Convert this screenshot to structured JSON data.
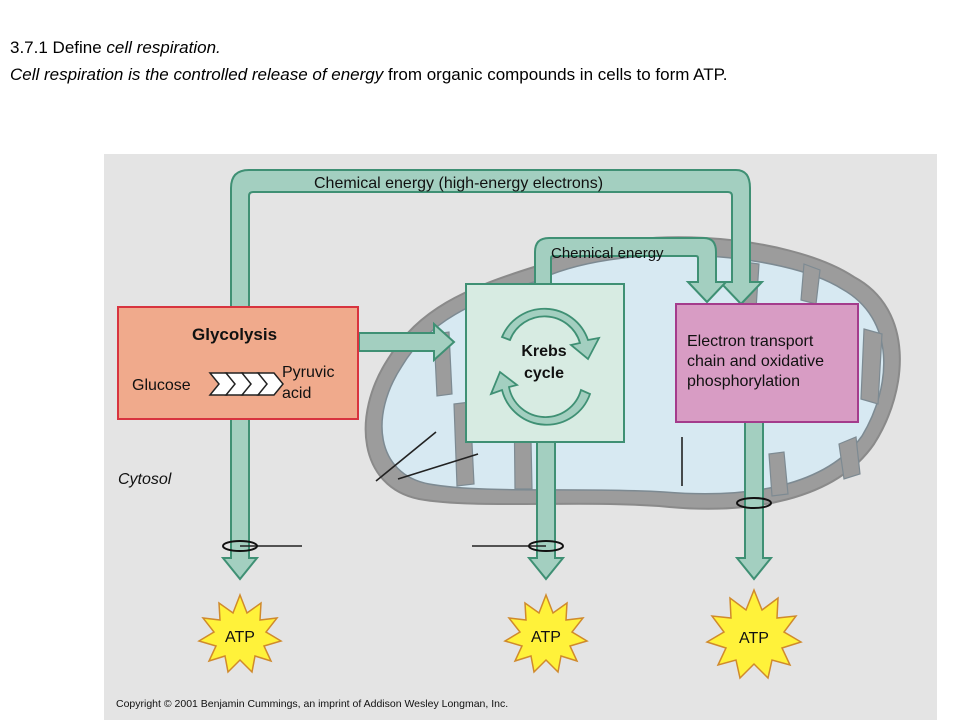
{
  "heading": {
    "number": "3.7.1",
    "define_word": "Define",
    "define_term": "cell respiration.",
    "definition_italic": "Cell respiration is the controlled release of energy",
    "definition_rest": " from organic compounds in cells to form ATP."
  },
  "diagram": {
    "top_arrow_label": "Chemical energy (high-energy electrons)",
    "inner_arrow_label": "Chemical energy",
    "glycolysis": {
      "title": "Glycolysis",
      "input": "Glucose",
      "output_line1": "Pyruvic",
      "output_line2": "acid"
    },
    "krebs": {
      "line1": "Krebs",
      "line2": "cycle"
    },
    "etc": {
      "line1": "Electron transport",
      "line2": "chain and oxidative",
      "line3": "phosphorylation"
    },
    "cytosol_label": "Cytosol",
    "atp_labels": [
      "ATP",
      "ATP",
      "ATP"
    ],
    "copyright": "Copyright © 2001 Benjamin Cummings, an imprint of Addison Wesley Longman, Inc.",
    "colors": {
      "panel_bg": "#e4e4e4",
      "arrow_fill": "#a3cfc0",
      "arrow_stroke": "#3f9074",
      "mito_outer": "#9c9c9c",
      "mito_inner": "#d7e9f2",
      "glycolysis_fill": "#f0aa8c",
      "glycolysis_stroke": "#d8343f",
      "krebs_fill": "#d7ebe2",
      "etc_fill": "#d89cc4",
      "etc_stroke": "#a43c8c",
      "atp_fill": "#fff23a",
      "atp_stroke": "#d08a2c"
    }
  }
}
